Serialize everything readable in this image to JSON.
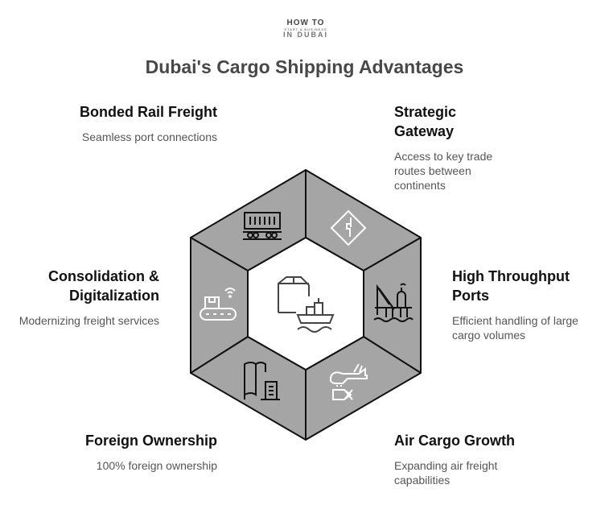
{
  "logo": {
    "line1": "HOW TO",
    "line2": "START A BUSINESS",
    "line3": "IN DUBAI"
  },
  "title": "Dubai's Cargo Shipping Advantages",
  "items": [
    {
      "title": "Bonded Rail Freight",
      "desc": "Seamless port connections",
      "icon": "freight-train-icon"
    },
    {
      "title": "Strategic Gateway",
      "desc": "Access to key trade routes between continents",
      "icon": "road-sign-icon"
    },
    {
      "title": "Consolidation & Digitalization",
      "desc": "Modernizing freight services",
      "icon": "conveyor-wifi-icon"
    },
    {
      "title": "High Throughput Ports",
      "desc": "Efficient handling of large cargo volumes",
      "icon": "port-crane-icon"
    },
    {
      "title": "Foreign Ownership",
      "desc": "100% foreign ownership",
      "icon": "flag-building-icon"
    },
    {
      "title": "Air Cargo Growth",
      "desc": "Expanding air freight capabilities",
      "icon": "airplane-cargo-icon"
    }
  ],
  "center_icon": "box-ship-icon",
  "colors": {
    "segment": "#a5a5a5",
    "stroke": "#111111",
    "title": "#484848"
  }
}
